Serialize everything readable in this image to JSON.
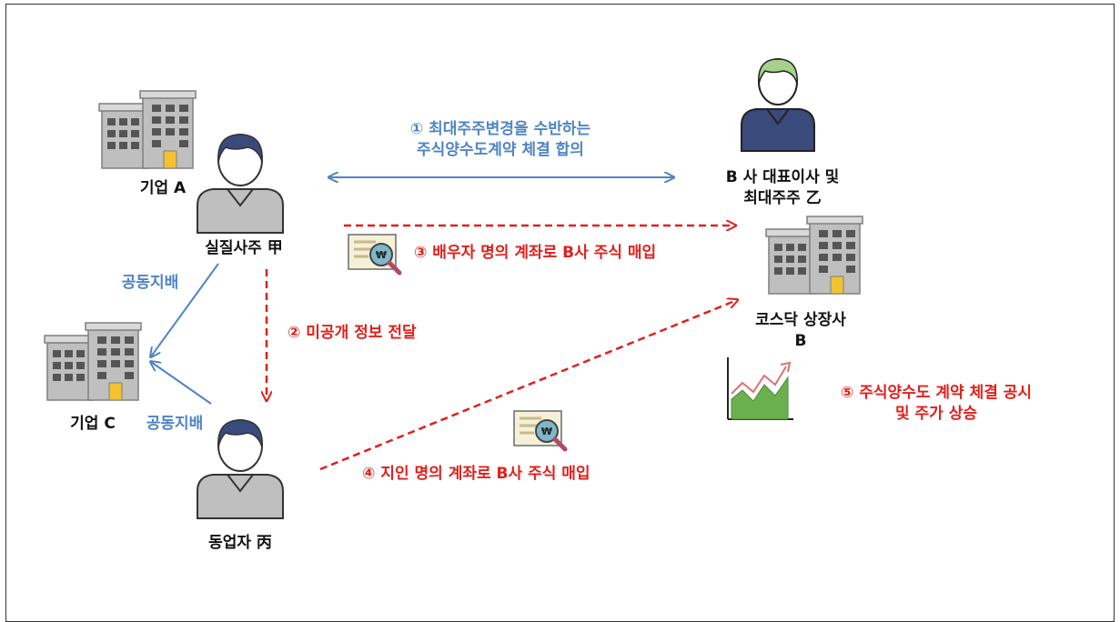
{
  "colors": {
    "blue": "#4f84c4",
    "red": "#e0201c",
    "person_body": "#bfbfbf",
    "person_hair": "#3a4a7a",
    "ceo_hair": "#a6d08c",
    "building": "#bfbfbf",
    "window": "#555555",
    "door": "#f2c230",
    "chart_green": "#6ab04c"
  },
  "nodes": {
    "company_a": "기업 A",
    "owner": "실질사주 甲",
    "ceo_line1": "B 사 대표이사 및",
    "ceo_line2": "최대주주 乙",
    "kosdaq_line1": "코스닥 상장사",
    "kosdaq_line2": "B",
    "company_c": "기업 C",
    "partner": "동업자 丙"
  },
  "edges": {
    "agreement_line1": "① 최대주주변경을 수반하는",
    "agreement_line2": "주식양수도계약 체결 합의",
    "joint_control_1": "공동지배",
    "joint_control_2": "공동지배",
    "info_transfer": "② 미공개 정보 전달",
    "spouse_buy": "③ 배우자 명의 계좌로 B사 주식 매입",
    "acquaintance_buy": "④ 지인 명의 계좌로 B사 주식 매입",
    "disclosure_line1": "⑤ 주식양수도 계약 체결 공시",
    "disclosure_line2": "및 주가 상승"
  },
  "icons": [
    "building-icon",
    "person-icon",
    "search-document-icon",
    "stock-rise-chart-icon"
  ]
}
